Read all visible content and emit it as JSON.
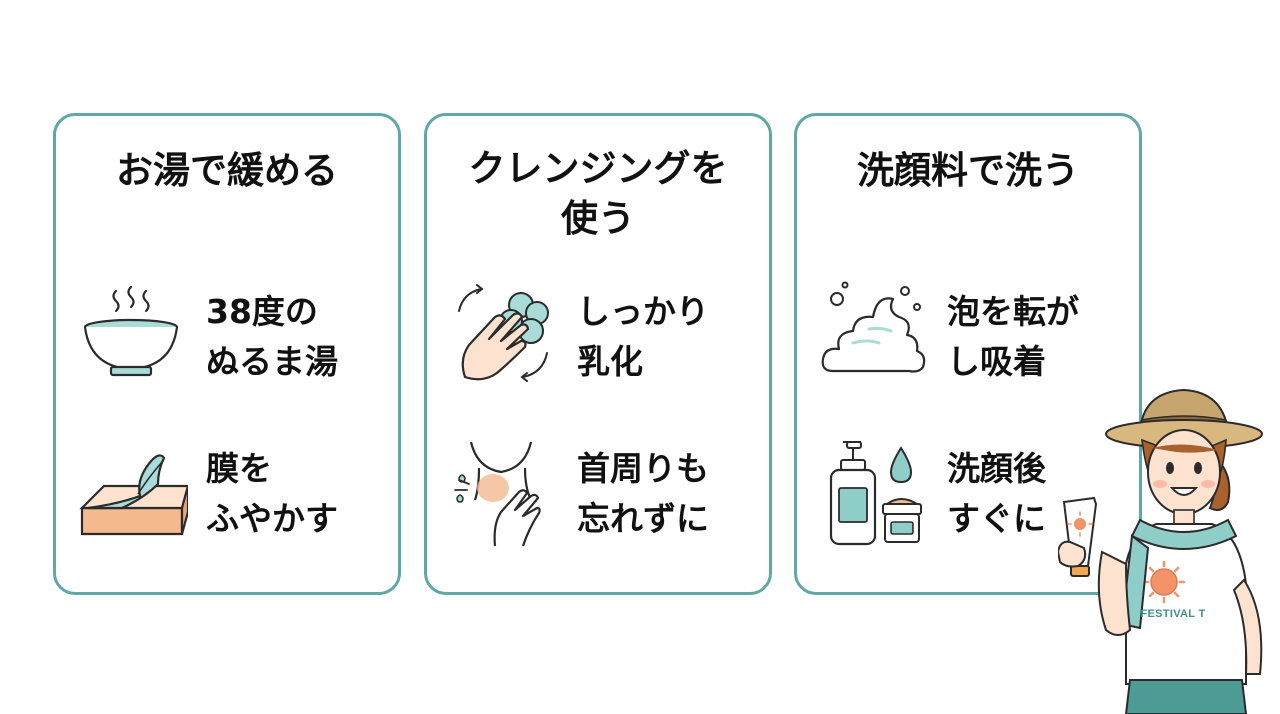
{
  "cards": [
    {
      "title_lines": [
        "お湯で緩める"
      ],
      "items": [
        {
          "icon": "steaming-bowl-icon",
          "lines": [
            "38度の",
            "ぬるま湯"
          ]
        },
        {
          "icon": "membrane-peel-icon",
          "lines": [
            "膜を",
            "ふやかす"
          ]
        }
      ]
    },
    {
      "title_lines": [
        "クレンジングを",
        "使う"
      ],
      "items": [
        {
          "icon": "hand-rubbing-icon",
          "lines": [
            "しっかり",
            "乳化"
          ]
        },
        {
          "icon": "neck-wash-icon",
          "lines": [
            "首周りも",
            "忘れずに"
          ]
        }
      ]
    },
    {
      "title_lines": [
        "洗顔料で洗う"
      ],
      "items": [
        {
          "icon": "foam-bubbles-icon",
          "lines": [
            "泡を転が",
            "し吸着"
          ]
        },
        {
          "icon": "skincare-bottles-icon",
          "lines": [
            "洗顔後",
            "すぐに"
          ]
        }
      ]
    }
  ],
  "character": {
    "shirt_text": "FESTIVAL T"
  },
  "colors": {
    "border": "#5fa8a6",
    "accent_teal": "#8ecdc8",
    "accent_peach": "#f4b98e",
    "text": "#111111"
  }
}
